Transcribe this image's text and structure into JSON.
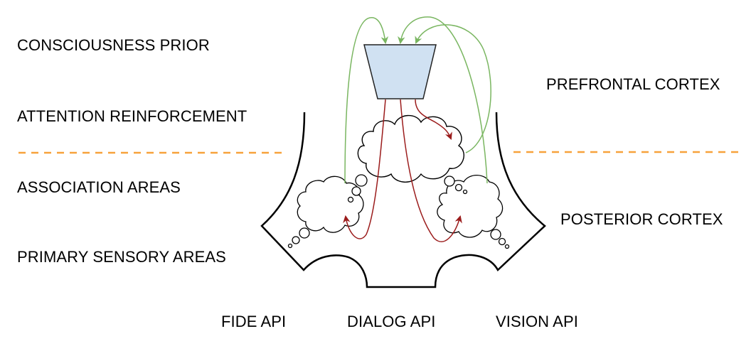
{
  "diagram": {
    "left_labels": [
      "CONSCIOUSNESS PRIOR",
      "ATTENTION REINFORCEMENT",
      "ASSOCIATION AREAS",
      "PRIMARY SENSORY AREAS"
    ],
    "right_labels": [
      "PREFRONTAL CORTEX",
      "POSTERIOR CORTEX"
    ],
    "api_labels": [
      "FIDE API",
      "DIALOG API",
      "VISION API"
    ],
    "colors": {
      "divider": "#f7a23b",
      "outline": "#000000",
      "prior_fill": "#d0e1f2",
      "feedback_arrow": "#7ab661",
      "attention_arrow": "#9b1c1c"
    },
    "nodes": {
      "prior_block": "consciousness-prior-trapezoid",
      "thought_clouds": [
        "prefrontal-cloud",
        "left-association-cloud",
        "right-association-cloud"
      ]
    }
  }
}
